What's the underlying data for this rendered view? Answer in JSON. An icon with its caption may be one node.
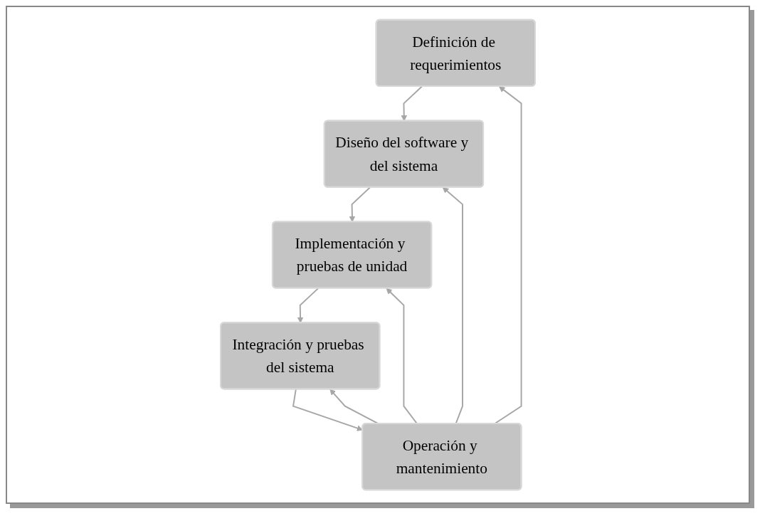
{
  "diagram": {
    "nodes": [
      {
        "text": [
          "Definición de requerimientos"
        ]
      },
      {
        "text": [
          "Diseño del software y del sistema"
        ]
      },
      {
        "text": [
          "Implementación y pruebas de unidad"
        ]
      },
      {
        "text": [
          "Integración y pruebas del sistema"
        ]
      },
      {
        "text": [
          "Operación y mantenimiento"
        ]
      }
    ],
    "edges": [
      {
        "from": 0,
        "to": 1,
        "arrow": "to"
      },
      {
        "from": 1,
        "to": 2,
        "arrow": "to"
      },
      {
        "from": 2,
        "to": 3,
        "arrow": "to"
      },
      {
        "from": 3,
        "to": 4,
        "arrow": "to"
      },
      {
        "from": 4,
        "to": 3,
        "arrow": "to"
      },
      {
        "from": 4,
        "to": 2,
        "arrow": "to"
      },
      {
        "from": 4,
        "to": 1,
        "arrow": "to"
      },
      {
        "from": 4,
        "to": 0,
        "arrow": "to"
      }
    ]
  }
}
